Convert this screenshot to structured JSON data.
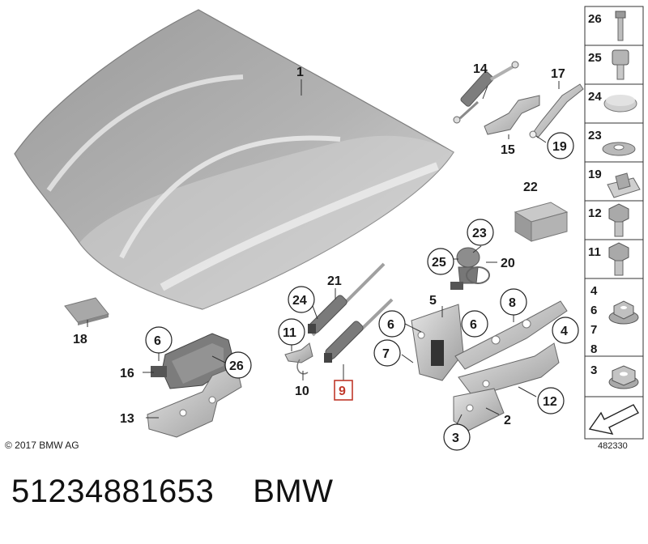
{
  "copyright": "© 2017 BMW AG",
  "diagram_id": "482330",
  "part_number": "51234881653",
  "brand": "BMW",
  "callouts": {
    "c1": "1",
    "c2": "2",
    "c3": "3",
    "c4": "4",
    "c5": "5",
    "c6a": "6",
    "c6b": "6",
    "c6c": "6",
    "c7": "7",
    "c8": "8",
    "c9": "9",
    "c10": "10",
    "c11": "11",
    "c12": "12",
    "c13": "13",
    "c14": "14",
    "c15": "15",
    "c16": "16",
    "c17": "17",
    "c18": "18",
    "c19": "19",
    "c20": "20",
    "c21": "21",
    "c22": "22",
    "c23": "23",
    "c24": "24",
    "c25": "25",
    "c26": "26"
  },
  "panel": [
    "26",
    "25",
    "24",
    "23",
    "19",
    "12",
    "11",
    "4",
    "6",
    "7",
    "8",
    "3"
  ]
}
